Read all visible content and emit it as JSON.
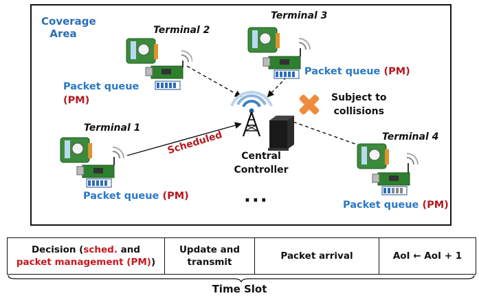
{
  "coverage_area": {
    "line1": "Coverage",
    "line2": "Area"
  },
  "terminals": [
    {
      "label": "Terminal 1",
      "queue_label": "Packet queue",
      "pm": "(PM)"
    },
    {
      "label": "Terminal 2",
      "queue_label": "Packet queue",
      "pm": "(PM)"
    },
    {
      "label": "Terminal 3",
      "queue_label": "Packet queue",
      "pm": "(PM)"
    },
    {
      "label": "Terminal 4",
      "queue_label": "Packet queue",
      "pm": "(PM)"
    }
  ],
  "controller": {
    "line1": "Central",
    "line2": "Controller"
  },
  "scheduled_label": "Scheduled",
  "collision_note": {
    "line1": "Subject to",
    "line2": "collisions"
  },
  "ellipsis": "...",
  "time_slot": {
    "decision": {
      "prefix": "Decision (",
      "sched": "sched.",
      "and": " and",
      "pm": "packet management (PM)",
      "suffix": ")"
    },
    "update": {
      "line1": "Update and",
      "line2": "transmit"
    },
    "arrival": "Packet arrival",
    "aoi": {
      "lhs": "AoI",
      "rhs": "AoI + 1"
    },
    "caption": "Time Slot"
  },
  "colors": {
    "blue": "#2a78c4",
    "red": "#b3181e",
    "pcb_green": "#3c8a3c",
    "cross": "#f08a3c"
  }
}
